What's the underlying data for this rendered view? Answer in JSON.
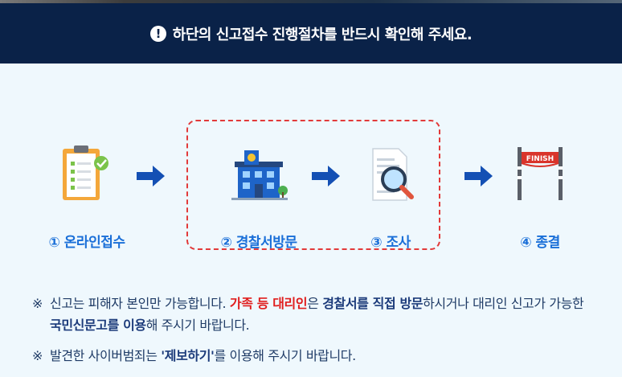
{
  "header": {
    "title": "하단의 신고접수 진행절차를 반드시 확인해 주세요."
  },
  "steps": [
    {
      "label": "① 온라인접수"
    },
    {
      "label": "② 경찰서방문"
    },
    {
      "label": "③ 조사"
    },
    {
      "label": "④ 종결"
    }
  ],
  "finish_banner": "FINISH",
  "notes": [
    {
      "mark": "※",
      "parts": {
        "p1": "신고는 피해자 본인만 가능합니다. ",
        "p2": "가족 등 대리인",
        "p3": "은 ",
        "p4": "경찰서를 직접 방문",
        "p5": "하시거나 대리인 신고가 가능한 ",
        "p6": "국민신문고를 이용",
        "p7": "해 주시기 바랍니다."
      }
    },
    {
      "mark": "※",
      "parts": {
        "p1": "발견한 사이버범죄는 ",
        "p2": "'제보하기'",
        "p3": "를 이용해 주시기 바랍니다."
      }
    }
  ],
  "colors": {
    "header_bg": "#0a2248",
    "accent_blue": "#1a6fd8",
    "dashed_red": "#e23a3a",
    "emphasis_red": "#e01d1d"
  }
}
